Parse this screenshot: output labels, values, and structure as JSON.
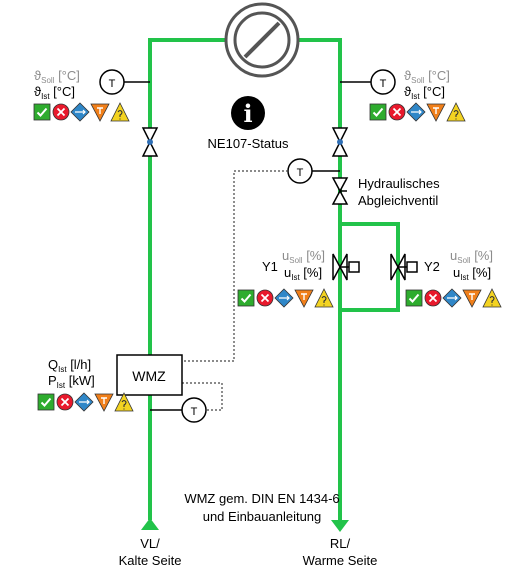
{
  "top_symbol": {
    "icon": "circulation-pump-icon"
  },
  "left_sensor": {
    "t_soll_main": "ϑ",
    "t_soll_sub": "Soll",
    "t_soll_unit": " [°C]",
    "t_ist_main": "ϑ",
    "t_ist_sub": "Ist",
    "t_ist_unit": " [°C]",
    "sensor_letter": "T"
  },
  "right_sensor": {
    "t_soll_main": "ϑ",
    "t_soll_sub": "Soll",
    "t_soll_unit": " [°C]",
    "t_ist_main": "ϑ",
    "t_ist_sub": "Ist",
    "t_ist_unit": " [°C]",
    "sensor_letter": "T"
  },
  "info": {
    "glyph": "i",
    "label": "NE107-Status"
  },
  "return_sensor": {
    "sensor_letter": "T"
  },
  "balancing_valve": {
    "line1": "Hydraulisches",
    "line2": "Abgleichventil"
  },
  "valve_y1": {
    "name": "Y1",
    "u_soll_main": "u",
    "u_soll_sub": "Soll",
    "u_soll_unit": " [%]",
    "u_ist_main": "u",
    "u_ist_sub": "Ist",
    "u_ist_unit": " [%]"
  },
  "valve_y2": {
    "name": "Y2",
    "u_soll_main": "u",
    "u_soll_sub": "Soll",
    "u_soll_unit": " [%]",
    "u_ist_main": "u",
    "u_ist_sub": "Ist",
    "u_ist_unit": " [%]"
  },
  "wmz": {
    "label": "WMZ",
    "q_main": "Q",
    "q_sub": "Ist",
    "q_unit": " [l/h]",
    "p_main": "P",
    "p_sub": "Ist",
    "p_unit": " [kW]",
    "sensor_letter": "T"
  },
  "note": {
    "line1": "WMZ gem. DIN EN 1434-6",
    "line2": "und Einbauanleitung"
  },
  "supply": {
    "line1": "VL/",
    "line2": "Kalte Seite"
  },
  "return": {
    "line1": "RL/",
    "line2": "Warme Seite"
  },
  "status_colors": {
    "ok": "#2eac2e",
    "failure": "#e8192c",
    "check": "#2f87c8",
    "out_of_spec": "#f07f1a",
    "maintenance": "#f3d321"
  },
  "pipe_color": "#22c34a"
}
